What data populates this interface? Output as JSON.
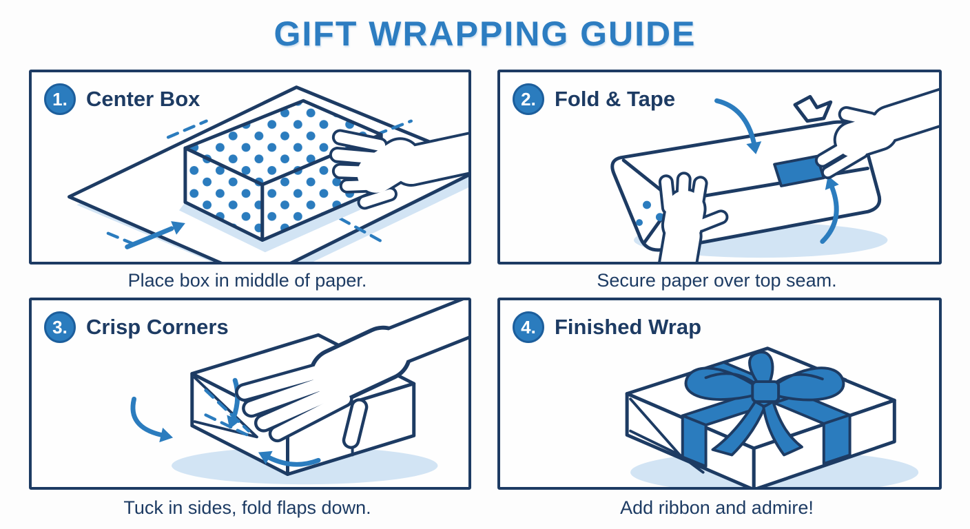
{
  "title": "GIFT WRAPPING GUIDE",
  "colors": {
    "accent": "#2b7cbe",
    "navy": "#1d3b63",
    "title_blue": "#2d7dc1",
    "shadow_blue": "#d2e4f4",
    "background": "#fdfdfd",
    "badge_rim": "#1c5e9c"
  },
  "panels": [
    {
      "number": "1.",
      "heading": "Center Box",
      "caption": "Place box in middle of paper.",
      "illustration": "polka-dot-box-on-paper-with-hand"
    },
    {
      "number": "2.",
      "heading": "Fold & Tape",
      "caption": "Secure paper over top seam.",
      "illustration": "hands-taping-wrapped-box-with-arrows"
    },
    {
      "number": "3.",
      "heading": "Crisp Corners",
      "caption": "Tuck in sides, fold flaps down.",
      "illustration": "hand-pressing-box-folding-corner-flaps"
    },
    {
      "number": "4.",
      "heading": "Finished Wrap",
      "caption": "Add ribbon and admire!",
      "illustration": "wrapped-gift-box-with-blue-ribbon-bow"
    }
  ]
}
